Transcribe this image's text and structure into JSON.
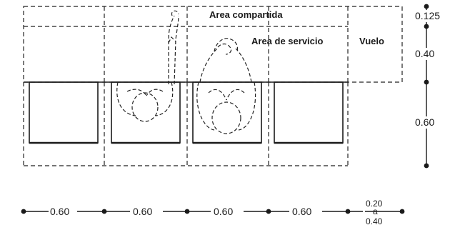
{
  "zones": {
    "shared_area": "Area compartida",
    "service_area": "Area de servicio",
    "overhang": "Vuelo"
  },
  "vertical_dimensions": [
    "0.125",
    "0.40",
    "0.60"
  ],
  "horizontal_dimensions": [
    "0.60",
    "0.60",
    "0.60",
    "0.60"
  ],
  "range_dimension": {
    "top": "0.20",
    "middle": "a",
    "bottom": "0.40"
  },
  "counter_bays": 4
}
